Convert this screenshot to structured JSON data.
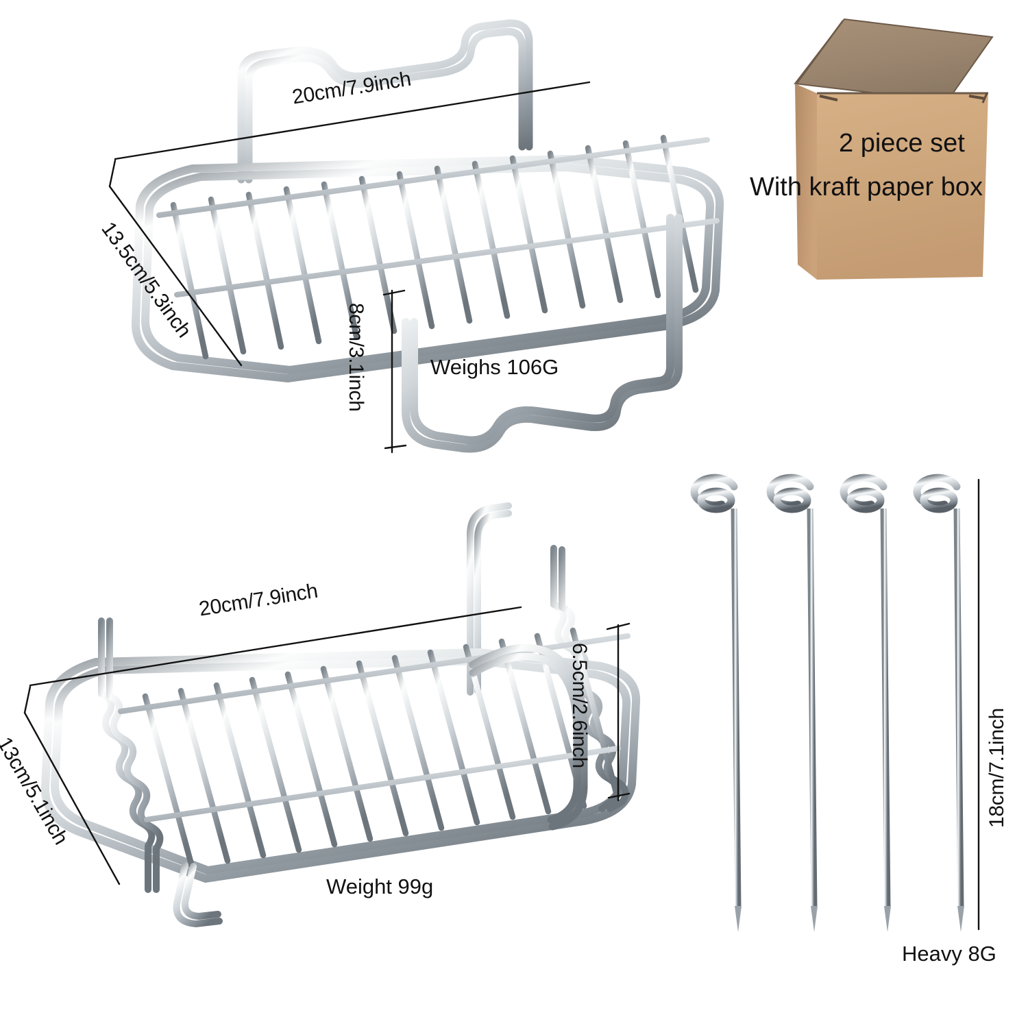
{
  "background_color": "#ffffff",
  "text_color": "#111111",
  "metal_colors": {
    "wire_light": "#f2f4f6",
    "wire_mid": "#b9c0c6",
    "wire_dark": "#6f777e",
    "outline": "#8b9197"
  },
  "kraft_box": {
    "top_face_color": "#9c8670",
    "front_face_color": "#cfa87e",
    "side_face_color": "#bd9871",
    "edge_color": "#6d5a48",
    "line1": "2 piece set",
    "line2": "With kraft paper box"
  },
  "top_rack": {
    "name": "double-layer-rack-with-handles",
    "width_label": "20cm/7.9inch",
    "depth_label": "13.5cm/5.3inch",
    "height_label": "8cm/3.1inch",
    "weight_label": "Weighs 106G",
    "grid_bar_count": 14
  },
  "bottom_rack": {
    "name": "skewer-rack",
    "width_label": "20cm/7.9inch",
    "depth_label": "13cm/5.1inch",
    "height_label": "6.5cm/2.6inch",
    "weight_label": "Weight 99g",
    "grid_bar_count": 13
  },
  "skewers": {
    "name": "barbecue-skewer-set",
    "count": 4,
    "length_label": "18cm/7.1inch",
    "weight_label": "Heavy 8G"
  }
}
